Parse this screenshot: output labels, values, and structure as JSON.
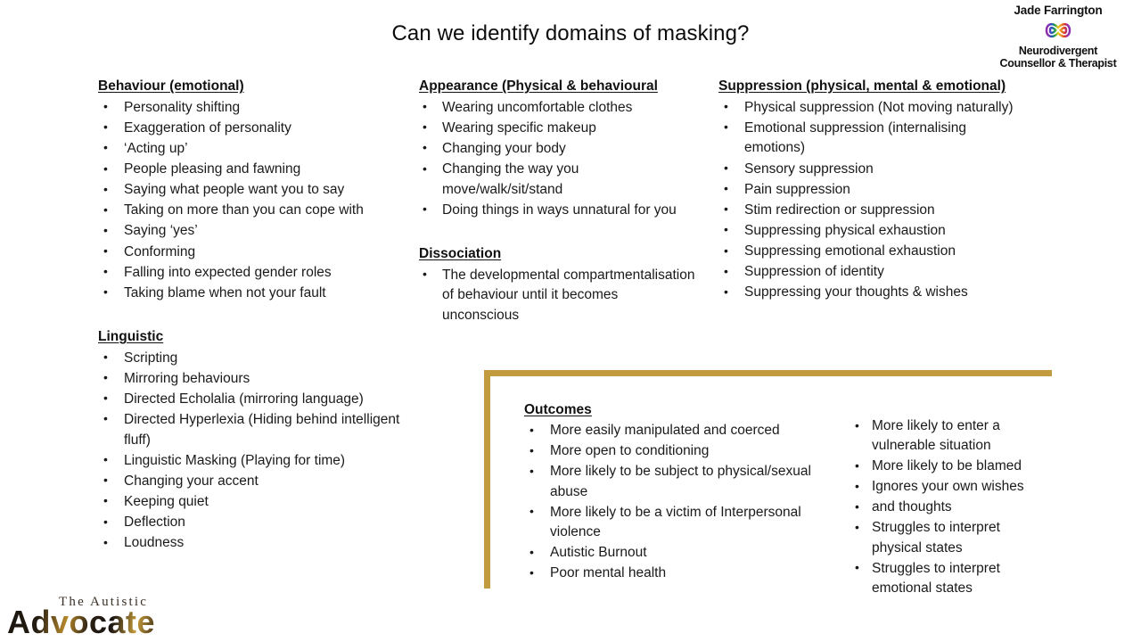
{
  "slide": {
    "title": "Can we identify domains of masking?"
  },
  "brand_logo": {
    "name": "Jade Farrington",
    "subtitle_line1": "Neurodivergent",
    "subtitle_line2": "Counsellor & Therapist",
    "icon": "rainbow-infinity-icon"
  },
  "advocate_logo": {
    "top_text": "The Autistic",
    "main_text": "Advocate"
  },
  "colors": {
    "accent_gold": "#C39B3F",
    "text": "#1a1a1a",
    "background": "#ffffff"
  },
  "columns": {
    "behaviour": {
      "heading": "Behaviour (emotional)",
      "items": [
        "Personality shifting",
        "Exaggeration of personality",
        "‘Acting up’",
        "People pleasing and fawning",
        "Saying what people want you to say",
        "Taking on more than you can cope with",
        "Saying ‘yes’",
        "Conforming",
        "Falling into expected gender roles",
        "Taking blame when not your fault"
      ]
    },
    "linguistic": {
      "heading": "Linguistic",
      "items": [
        "Scripting",
        "Mirroring behaviours",
        "Directed Echolalia (mirroring language)",
        "Directed Hyperlexia (Hiding behind intelligent fluff)",
        "Linguistic Masking (Playing for time)",
        "Changing your accent",
        "Keeping quiet",
        "Deflection",
        "Loudness"
      ]
    },
    "appearance": {
      "heading": "Appearance (Physical & behavioural",
      "items": [
        "Wearing uncomfortable clothes",
        "Wearing specific makeup",
        "Changing your body",
        "Changing the way you move/walk/sit/stand",
        "Doing things in ways unnatural for you"
      ]
    },
    "dissociation": {
      "heading": "Dissociation",
      "items": [
        "The developmental compartmentalisation of behaviour until it becomes unconscious"
      ]
    },
    "suppression": {
      "heading": "Suppression (physical, mental & emotional)",
      "items": [
        "Physical suppression (Not moving naturally)",
        "Emotional suppression (internalising emotions)",
        "Sensory suppression",
        "Pain suppression",
        "Stim redirection or suppression",
        "Suppressing physical exhaustion",
        "Suppressing emotional exhaustion",
        "Suppression of identity",
        "Suppressing your thoughts & wishes"
      ]
    }
  },
  "outcomes": {
    "heading": "Outcomes",
    "items_left": [
      "More easily manipulated and coerced",
      "More open to conditioning",
      "More likely to be subject to physical/sexual abuse",
      "More likely to be a victim of Interpersonal violence",
      "Autistic Burnout",
      "Poor mental health"
    ],
    "items_right": [
      "More likely to enter a vulnerable situation",
      "More likely to be blamed",
      "Ignores your own wishes",
      "and thoughts",
      "Struggles to interpret physical states",
      "Struggles to interpret emotional states"
    ]
  }
}
